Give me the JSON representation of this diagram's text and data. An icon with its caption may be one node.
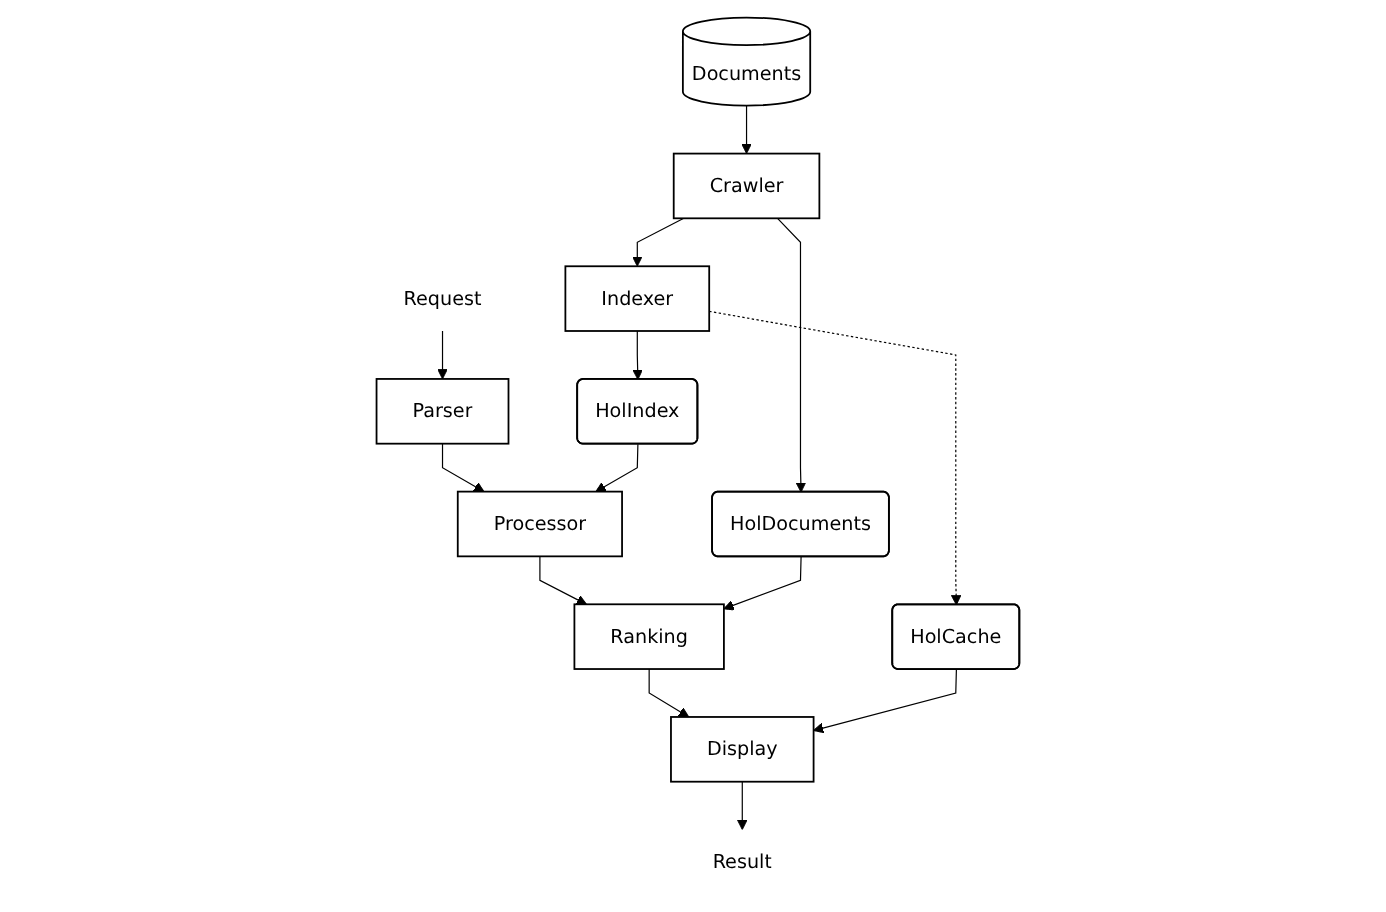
{
  "diagram": {
    "nodes": [
      {
        "text": [
          "Request"
        ]
      },
      {
        "text": [
          "Parser"
        ]
      },
      {
        "text": [
          "Processor"
        ]
      },
      {
        "text": [
          "HolIndex"
        ]
      },
      {
        "text": [
          "Indexer"
        ]
      },
      {
        "text": [
          "Ranking"
        ]
      },
      {
        "text": [
          "HolDocuments"
        ]
      },
      {
        "text": [
          "Crawler"
        ]
      },
      {
        "text": [
          "Result"
        ]
      },
      {
        "text": [
          "Display"
        ]
      },
      {
        "text": [
          "HolCache"
        ]
      },
      {
        "text": [
          "Documents"
        ]
      }
    ],
    "edges": [
      {
        "from": 0,
        "to": 1,
        "arrow": "to"
      },
      {
        "from": 1,
        "to": 2,
        "arrow": "to"
      },
      {
        "from": 2,
        "to": 5,
        "arrow": "to"
      },
      {
        "from": 5,
        "to": 9,
        "arrow": "to"
      },
      {
        "from": 9,
        "to": 8,
        "arrow": "to"
      },
      {
        "from": 3,
        "to": 2,
        "arrow": "to"
      },
      {
        "from": 4,
        "to": 3,
        "arrow": "to"
      },
      {
        "from": 6,
        "to": 5,
        "arrow": "to"
      },
      {
        "from": 7,
        "to": 6,
        "arrow": "to"
      },
      {
        "from": 10,
        "to": 9,
        "arrow": "to"
      },
      {
        "from": 4,
        "to": 10,
        "arrow": "to",
        "style": "dashed"
      },
      {
        "from": 7,
        "to": 4,
        "arrow": "to"
      },
      {
        "from": 11,
        "to": 7,
        "arrow": "to"
      }
    ]
  }
}
